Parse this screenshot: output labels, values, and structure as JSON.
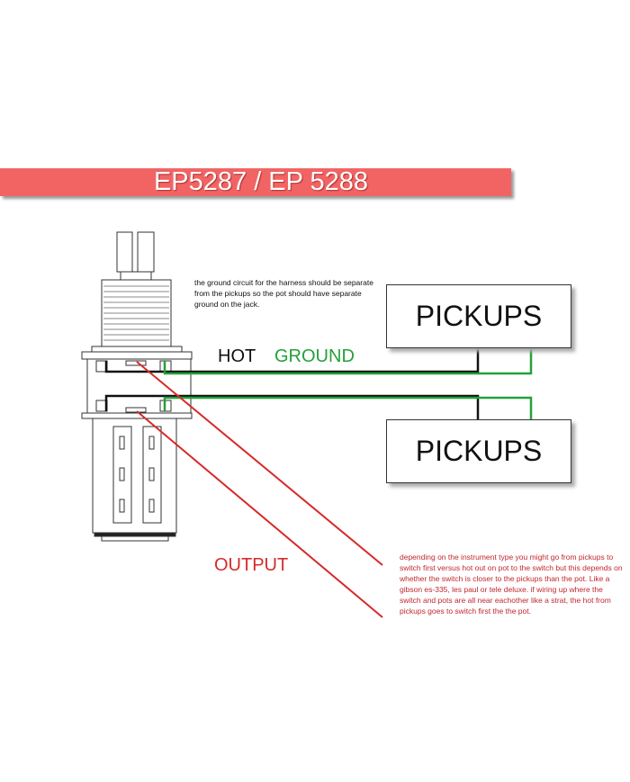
{
  "title": "EP5287 / EP 5288",
  "pickups": [
    {
      "label": "PICKUPS"
    },
    {
      "label": "PICKUPS"
    }
  ],
  "labels": {
    "hot": "HOT",
    "ground": "GROUND",
    "output": "OUTPUT"
  },
  "notes": {
    "ground_note": "the ground circuit for the harness should be separate from the pickups so the pot should have separate ground on the jack.",
    "switch_note": "depending on the instrument type you might go from pickups to switch first versus hot out on pot to the switch but this depends on whether the switch is closer to the pickups than the pot. Like a gibson es-335, les paul or tele deluxe. if wiring up where the switch and pots are all near eachother like a strat, the hot from pickups goes to switch first the the pot."
  },
  "colors": {
    "banner": "#f26464",
    "hot_wire": "#000000",
    "ground_wire": "#25a03a",
    "output_wire": "#d62a2a"
  }
}
